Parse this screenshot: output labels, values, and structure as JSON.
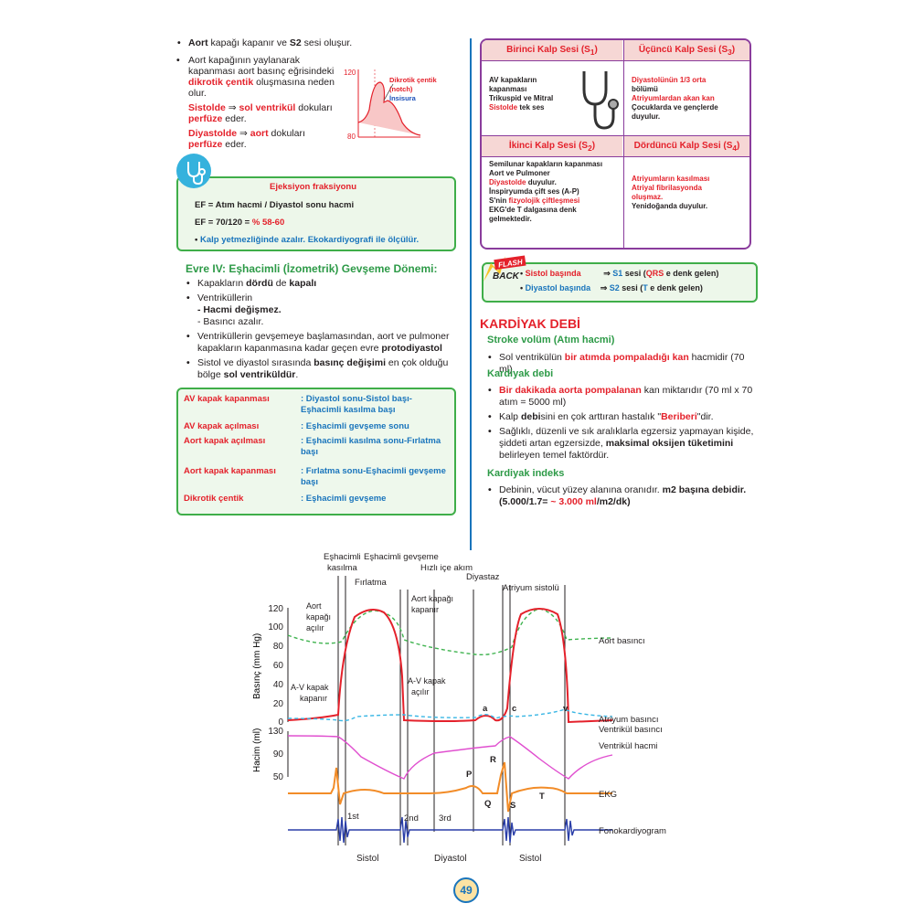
{
  "left": {
    "bullet1_pre": "Aort",
    "bullet1_mid": " kapağı kapanır ve ",
    "bullet1_s2": "S2",
    "bullet1_post": " sesi oluşur.",
    "bullet2_text": "Aort kapağının yaylanarak kapanması aort basınç eğrisindeki",
    "bullet2_red": "dikrotik çentik",
    "bullet2_post": " oluşmasına neden olur.",
    "sistol_a": "Sistolde",
    "sistol_b": " ⇒ ",
    "sistol_c": "sol ventrikül",
    "sistol_d": " dokuları",
    "sistol_e": "perfüze",
    "sistol_f": " eder.",
    "diyastol_a": "Diyastolde",
    "diyastol_b": " ⇒ ",
    "diyastol_c": "aort",
    "diyastol_d": " dokuları",
    "diyastol_e": "perfüze",
    "diyastol_f": " eder.",
    "mini_graph": {
      "y_top": "120",
      "y_bottom": "80",
      "label1": "Dikrotik çentik",
      "label2": "(notch)",
      "label3": "İnsisura"
    }
  },
  "ef": {
    "title": "Ejeksiyon fraksiyonu",
    "line1": "EF = Atım hacmi / Diyastol sonu hacmi",
    "line2_pre": "EF = 70/120 = ",
    "line2_val": "% 58-60",
    "line3": "Kalp yetmezliğinde azalır. Ekokardiyografi ile ölçülür."
  },
  "evre": {
    "title": "Evre IV: Eşhacimli (İzometrik) Gevşeme Dönemi:",
    "i1_pre": "Kapakların ",
    "i1_b1": "dördü",
    "i1_mid": " de ",
    "i1_b2": "kapalı",
    "i2": "Ventriküllerin",
    "i2_s1": "- Hacmi değişmez.",
    "i2_s2": "- Basıncı azalır.",
    "i3_pre": "Ventriküllerin gevşemeye başlamasından, aort ve pulmoner kapakların kapanmasına kadar geçen evre ",
    "i3_b": "protodiyastol",
    "i4_pre": "Sistol ve diyastol sırasında ",
    "i4_b1": "basınç değişimi",
    "i4_mid": " en çok olduğu bölge ",
    "i4_b2": "sol ventriküldür",
    "i4_post": "."
  },
  "phases": [
    {
      "event": "AV kapak kapanması",
      "phase": ": Diyastol sonu-Sistol başı-Eşhacimli kasılma başı"
    },
    {
      "event": "AV kapak açılması",
      "phase": ": Eşhacimli gevşeme sonu"
    },
    {
      "event": "Aort kapak açılması",
      "phase": ": Eşhacimli kasılma sonu-Fırlatma başı"
    },
    {
      "event": "Aort kapak kapanması",
      "phase": ": Fırlatma sonu-Eşhacimli gevşeme başı"
    },
    {
      "event": "Dikrotik çentik",
      "phase": ": Eşhacimli gevşeme"
    }
  ],
  "heart_sounds": {
    "h1": "Birinci Kalp Sesi (S",
    "h1_sub": "1",
    "h2": "Üçüncü Kalp Sesi (S",
    "h2_sub": "3",
    "h3": "İkinci Kalp Sesi (S",
    "h3_sub": "2",
    "h4": "Dördüncü Kalp Sesi (S",
    "h4_sub": "4",
    "s1_l1": "AV kapakların",
    "s1_l2": "kapanması",
    "s1_l3": "Trikuspid ve Mitral",
    "s1_l4a": "Sistolde",
    "s1_l4b": " tek ses",
    "s3_l1": "Diyastolünün 1/3 orta",
    "s3_l2": "bölümü",
    "s3_l3": "Atriyumlardan akan kan",
    "s3_l4": "Çocuklarda ve gençlerde",
    "s3_l5": "duyulur.",
    "s2_l1": "Semilunar kapakların kapanması",
    "s2_l2": "Aort ve Pulmoner",
    "s2_l3a": "Diyastolde",
    "s2_l3b": " duyulur.",
    "s2_l4": "İnspiryumda çift ses (A",
    "s2_l4b": "-P",
    "s2_l4c": ")",
    "s2_l5a": "S",
    "s2_l5b": "'nin ",
    "s2_l5c": "fizyolojik çiftleşmesi",
    "s2_l6": "EKG'de T dalgasına denk",
    "s2_l7": "gelmektedir.",
    "s4_l1": "Atriyumların kasılması",
    "s4_l2": "Atriyal fibrilasyonda",
    "s4_l3": "oluşmaz.",
    "s4_l4": "Yenidoğanda duyulur."
  },
  "flash": {
    "badge1": "FLASH",
    "badge2": "BACK",
    "r1_a": "Sistol başında",
    "r1_arrow": "⇒",
    "r1_b": "S1",
    "r1_c": " sesi (",
    "r1_d": "QRS",
    "r1_e": " e denk gelen)",
    "r2_a": "Diyastol başında",
    "r2_arrow": "⇒",
    "r2_b": "S2",
    "r2_c": " sesi (",
    "r2_d": "T",
    "r2_e": " e denk gelen)"
  },
  "kardiyak": {
    "title": "KARDİYAK DEBİ",
    "sv_title": "Stroke volüm (Atım hacmi)",
    "sv_pre": "Sol ventrikülün ",
    "sv_red": "bir atımda pompaladığı kan",
    "sv_post": " hacmidir (70 ml).",
    "kd_title": "Kardiyak debi",
    "kd1_red": "Bir dakikada aorta pompalanan",
    "kd1_post": " kan miktarıdır (70 ml x 70 atım = 5000 ml)",
    "kd2_pre": "Kalp ",
    "kd2_b": "debi",
    "kd2_mid": "sini en çok arttıran hastalık \"",
    "kd2_red": "Beriberi",
    "kd2_post": "\"dir.",
    "kd3_pre": "Sağlıklı, düzenli ve sık aralıklarla egzersiz yapmayan kişide, şiddeti artan egzersizde, ",
    "kd3_b": "maksimal oksijen tüketimini",
    "kd3_post": " belirleyen temel faktördür.",
    "ki_title": "Kardiyak indeks",
    "ki_pre": "Debinin, vücut yüzey alanına oranıdır. ",
    "ki_b": "m2 başına debidir.",
    "ki_l2_pre": "(5.000/1.7= ",
    "ki_l2_red": "~ 3.000 ml",
    "ki_l2_post": "/m2/dk)"
  },
  "diagram": {
    "top_labels": [
      "Eşhacimli",
      "kasılma",
      "Eşhacimli gevşeme",
      "Fırlatma",
      "Hızlı içe akım",
      "Diyastaz",
      "Atriyum sistolü"
    ],
    "left_labels": [
      "Aort",
      "kapağı",
      "açılır",
      "Aort kapağı",
      "kapanır",
      "A-V kapak",
      "kapanır",
      "A-V kapak",
      "açılır"
    ],
    "y_axis_pressure": "Basınç (mm Hg)",
    "y_axis_volume": "Hacim (ml)",
    "pressure_ticks": [
      "120",
      "100",
      "80",
      "60",
      "40",
      "20",
      "0"
    ],
    "volume_ticks": [
      "130",
      "90",
      "50"
    ],
    "right_labels": [
      "Aort basıncı",
      "Atriyum basıncı",
      "Ventrikül basıncı",
      "Ventrikül hacmi",
      "EKG",
      "Fonokardiyogram"
    ],
    "wave_letters": [
      "a",
      "c",
      "v",
      "P",
      "R",
      "Q",
      "S",
      "T"
    ],
    "sound_labels": [
      "1st",
      "2nd",
      "3rd"
    ],
    "bottom_labels": [
      "Sistol",
      "Diyastol",
      "Sistol"
    ],
    "colors": {
      "aort": "#3fb34f",
      "ventricle": "#e4212b",
      "atrium": "#38b6e4",
      "volume": "#e04ecf",
      "ekg": "#f28c28",
      "phono": "#2a3ea8"
    }
  },
  "page_number": "49"
}
